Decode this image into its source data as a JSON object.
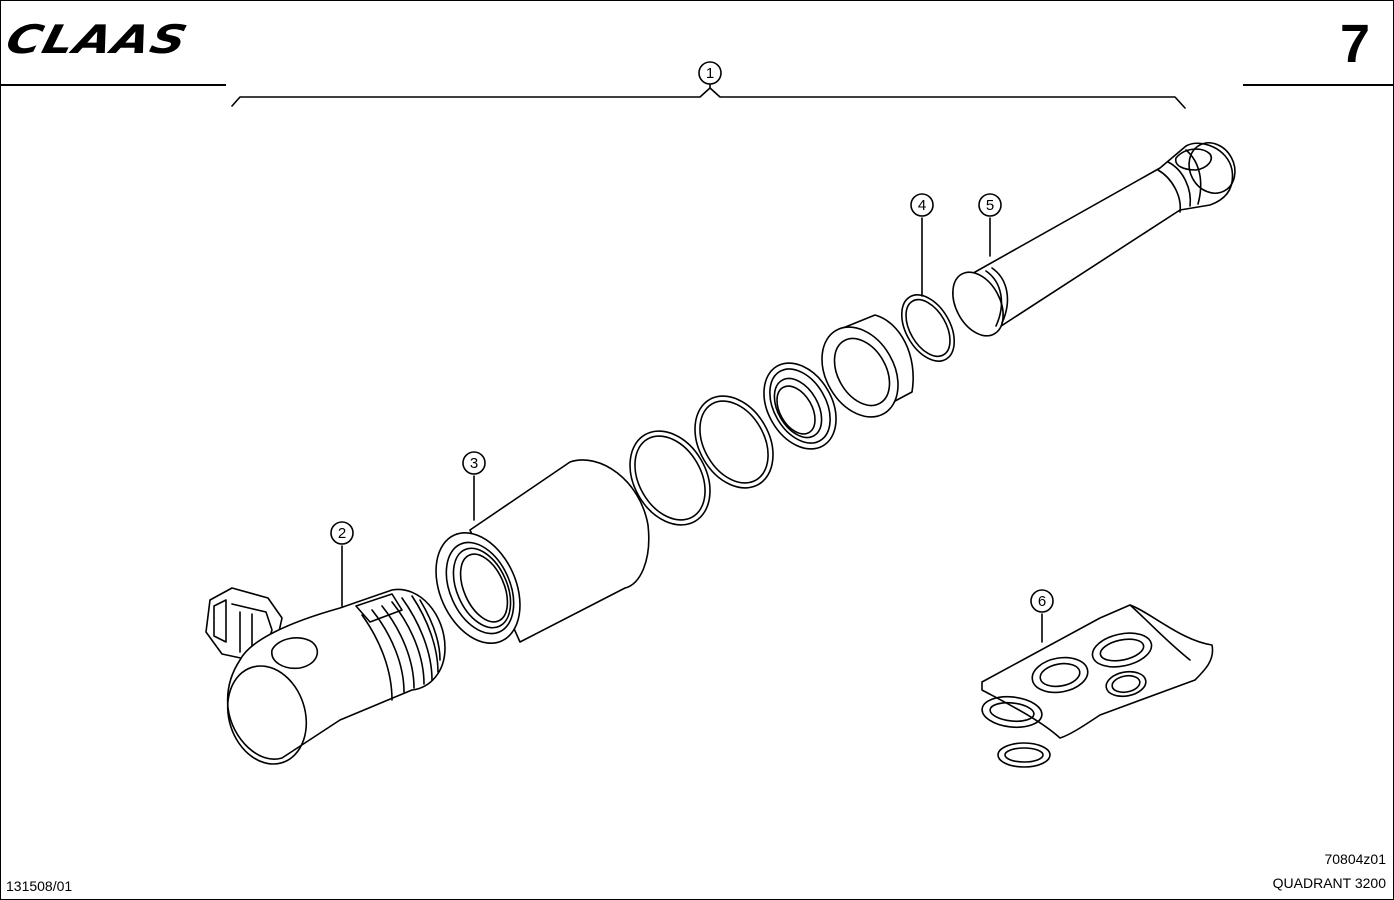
{
  "header": {
    "brand_logo": "CLAAS",
    "page_number": "7"
  },
  "callouts": [
    {
      "id": "callout-1",
      "label": "1"
    },
    {
      "id": "callout-2",
      "label": "2"
    },
    {
      "id": "callout-3",
      "label": "3"
    },
    {
      "id": "callout-4",
      "label": "4"
    },
    {
      "id": "callout-5",
      "label": "5"
    },
    {
      "id": "callout-6",
      "label": "6"
    }
  ],
  "footer": {
    "document_number": "131508/01",
    "drawing_id": "70804z01",
    "model_name": "QUADRANT 3200"
  },
  "colors": {
    "ink": "#000000",
    "paper": "#ffffff",
    "shade": "#d8d8d8"
  }
}
